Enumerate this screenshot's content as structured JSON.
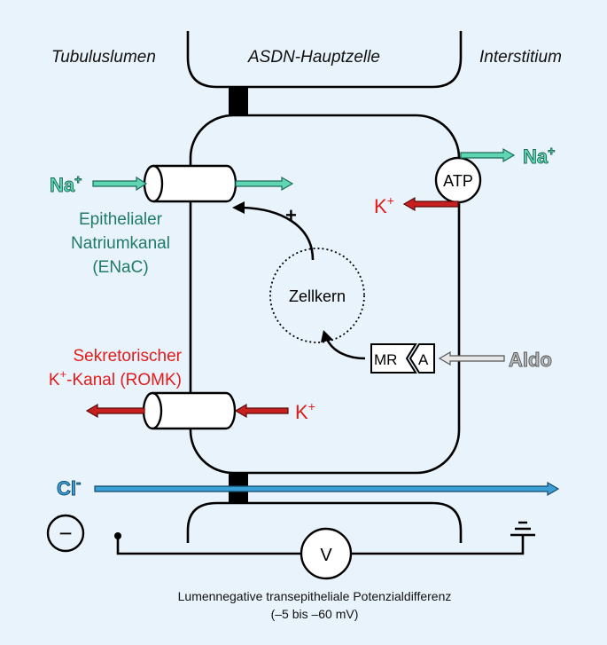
{
  "labels": {
    "lumen": "Tubuluslumen",
    "cell": "ASDN-Hauptzelle",
    "interstitium": "Interstitium",
    "na_left": "Na",
    "na_left_sup": "+",
    "na_right": "Na",
    "na_right_sup": "+",
    "atp": "ATP",
    "k_right": "K",
    "k_right_sup": "+",
    "k_lumen_side": "K",
    "k_lumen_side_sup": "+",
    "plus": "+",
    "enac_line1": "Epithelialer",
    "enac_line2": "Natriumkanal",
    "enac_line3": "(ENaC)",
    "nucleus": "Zellkern",
    "romk_line1": "Sekretorischer",
    "romk_line2_a": "K",
    "romk_line2_sup": "+",
    "romk_line2_b": "-Kanal (ROMK)",
    "mr": "MR",
    "a": "A",
    "aldo": "Aldo",
    "cl": "Cl",
    "cl_sup": "-",
    "minus": "−",
    "voltmeter": "V",
    "caption_line1": "Lumennegative transepitheliale Potenzialdifferenz",
    "caption_line2": "(–5 bis –60 mV)"
  },
  "colors": {
    "background": "#e8f3fb",
    "sodium": "#5fd6b3",
    "sodium_text": "#2fb08c",
    "enac_text": "#1f7a6a",
    "potassium": "#c8201e",
    "potassium_text": "#e21b1b",
    "chloride": "#3a9fd6",
    "chloride_text": "#1f86c8",
    "aldo": "#b9b9b9"
  }
}
